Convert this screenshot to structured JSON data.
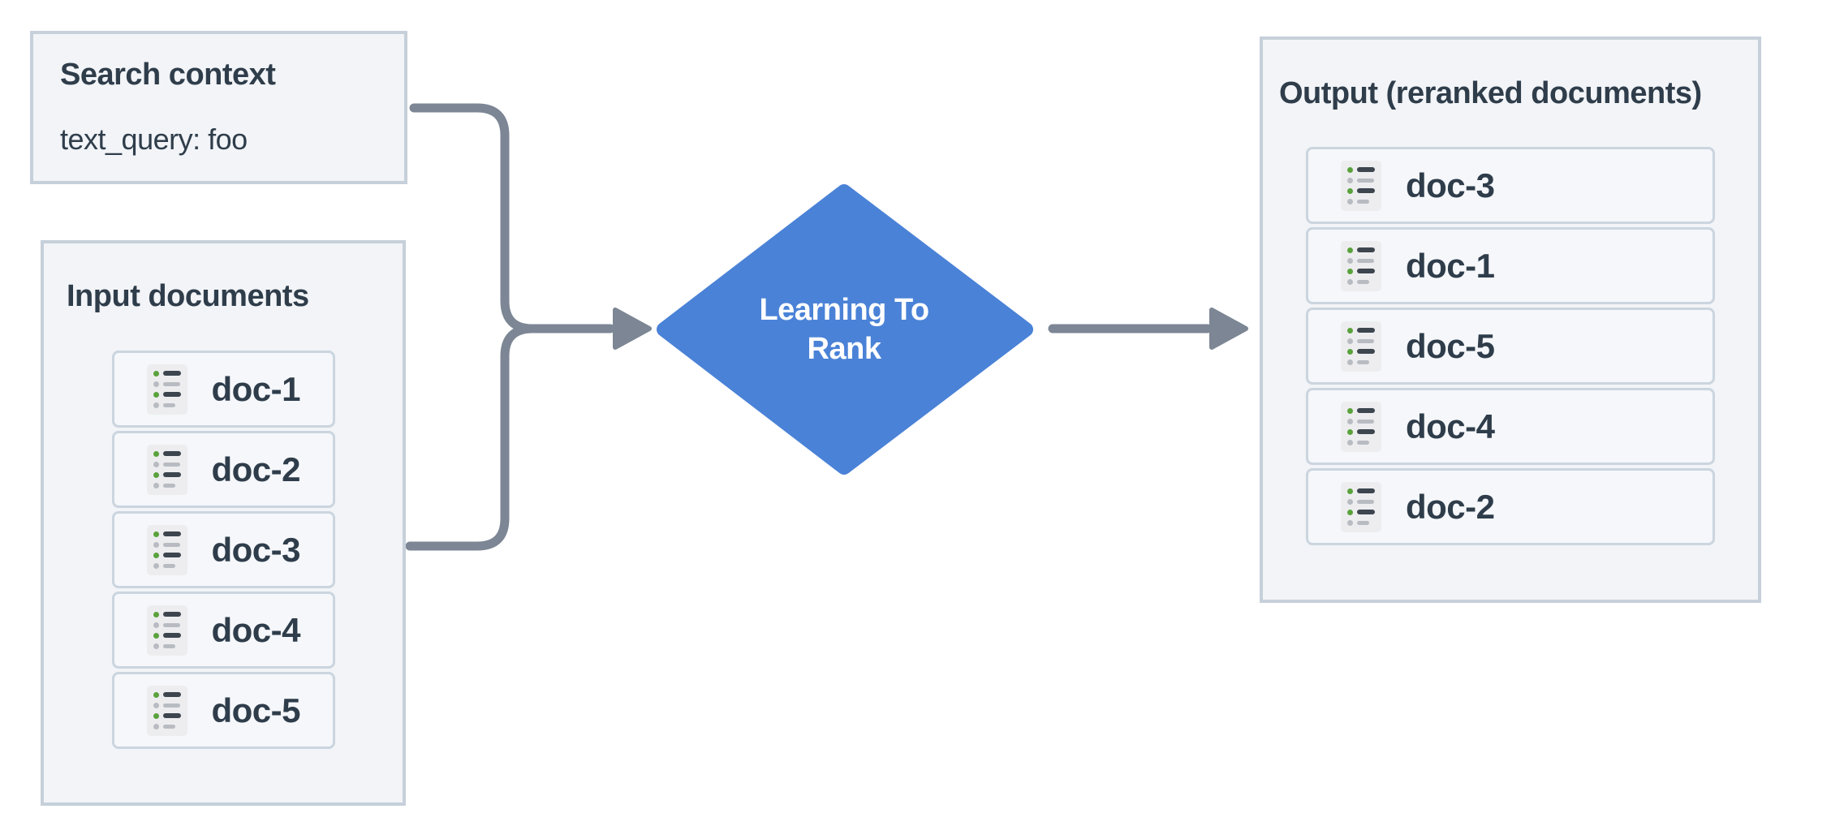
{
  "search_context": {
    "title": "Search context",
    "query": "text_query: foo"
  },
  "input_documents": {
    "title": "Input documents",
    "docs": [
      "doc-1",
      "doc-2",
      "doc-3",
      "doc-4",
      "doc-5"
    ]
  },
  "ltr_node": {
    "line1": "Learning To",
    "line2": "Rank"
  },
  "output_documents": {
    "title": "Output (reranked documents)",
    "docs": [
      "doc-3",
      "doc-1",
      "doc-5",
      "doc-4",
      "doc-2"
    ]
  },
  "doc_icon": "list-icon",
  "colors": {
    "diamond_blue": "#4a82d7",
    "arrow_grey": "#7c8694",
    "box_border": "#c6d0da",
    "box_bg": "#f2f4f7",
    "item_border": "#cbd5df",
    "item_bg": "#f5f7fa",
    "icon_bg": "#ededef",
    "icon_dark": "#3d454f",
    "icon_grey": "#b8bcc2",
    "icon_green": "#5aa23c",
    "text_dark": "#2f3d4b",
    "diamond_text": "#ffffff"
  }
}
